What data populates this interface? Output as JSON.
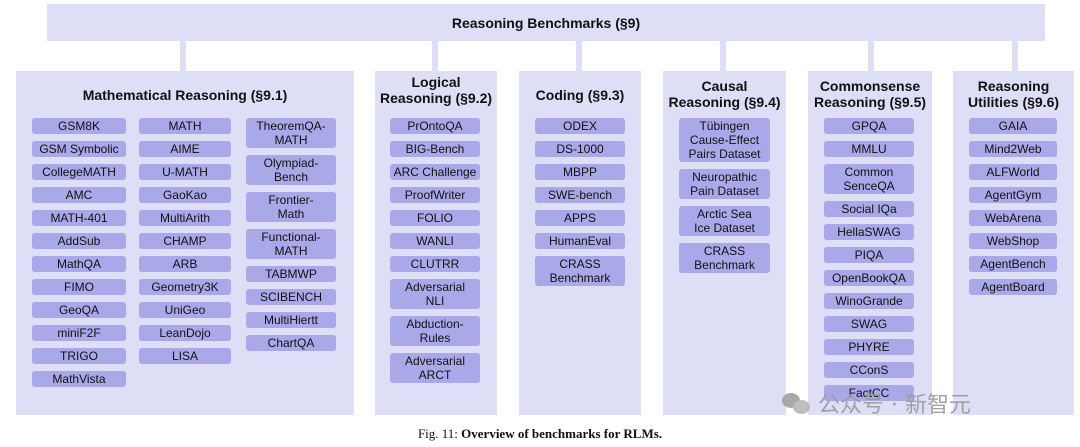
{
  "header": {
    "title": "Reasoning Benchmarks (§9)"
  },
  "columns": [
    {
      "title": "Mathematical Reasoning (§9.1)",
      "sub": [
        [
          "GSM8K",
          "GSM Symbolic",
          "CollegeMATH",
          "AMC",
          "MATH-401",
          "AddSub",
          "MathQA",
          "FIMO",
          "GeoQA",
          "miniF2F",
          "TRIGO",
          "MathVista"
        ],
        [
          "MATH",
          "AIME",
          "U-MATH",
          "GaoKao",
          "MultiArith",
          "CHAMP",
          "ARB",
          "Geometry3K",
          "UniGeo",
          "LeanDojo",
          "LISA"
        ],
        [
          "TheoremQA-\nMATH",
          "Olympiad-\nBench",
          "Frontier-\nMath",
          "Functional-\nMATH",
          "TABMWP",
          "SCIBENCH",
          "MultiHiertt",
          "ChartQA"
        ]
      ]
    },
    {
      "title": "Logical\nReasoning (§9.2)",
      "items": [
        "PrOntoQA",
        "BIG-Bench",
        "ARC Challenge",
        "ProofWriter",
        "FOLIO",
        "WANLI",
        "CLUTRR",
        "Adversarial\nNLI",
        "Abduction-\nRules",
        "Adversarial\nARCT"
      ]
    },
    {
      "title": "Coding (§9.3)",
      "items": [
        "ODEX",
        "DS-1000",
        "MBPP",
        "SWE-bench",
        "APPS",
        "HumanEval",
        "CRASS\nBenchmark"
      ]
    },
    {
      "title": "Causal\nReasoning (§9.4)",
      "items": [
        "Tübingen\nCause-Effect\nPairs Dataset",
        "Neuropathic\nPain Dataset",
        "Arctic Sea\nIce Dataset",
        "CRASS\nBenchmark"
      ]
    },
    {
      "title": "Commonsense\nReasoning (§9.5)",
      "items": [
        "GPQA",
        "MMLU",
        "Common\nSenceQA",
        "Social IQa",
        "HellaSWAG",
        "PIQA",
        "OpenBookQA",
        "WinoGrande",
        "SWAG",
        "PHYRE",
        "CConS",
        "FactCC"
      ]
    },
    {
      "title": "Reasoning\nUtilities (§9.6)",
      "items": [
        "GAIA",
        "Mind2Web",
        "ALFWorld",
        "AgentGym",
        "WebArena",
        "WebShop",
        "AgentBench",
        "AgentBoard"
      ]
    }
  ],
  "caption": {
    "prefix": "Fig. 11: ",
    "bold": "Overview of benchmarks for RLMs."
  },
  "watermark": {
    "text": "公众号 · 新智元"
  }
}
